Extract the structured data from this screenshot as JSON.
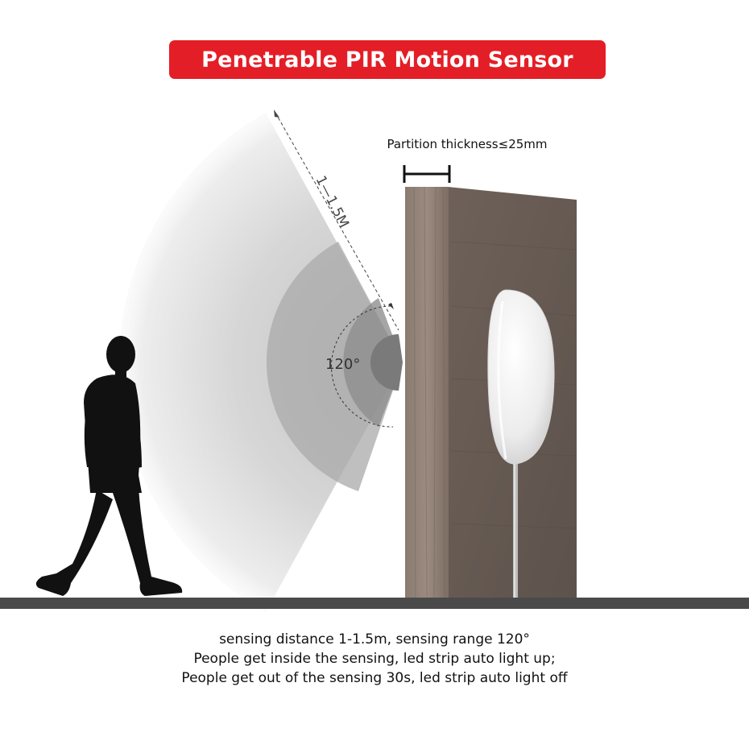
{
  "title": "Penetrable PIR Motion Sensor",
  "partition_label": "Partition thickness≤25mm",
  "distance_label": "1—1.5M",
  "angle_label": "120°",
  "caption": [
    "sensing distance 1-1.5m, sensing range 120°",
    "People get inside the sensing, led strip auto light up;",
    "People get out of the sensing 30s, led strip auto light off"
  ],
  "colors": {
    "title_bg": "#e41e26",
    "floor": "#4a4a4a",
    "wood": "#6b5e56",
    "sensor": "#f2f2f2"
  },
  "icons": {
    "person": "walking-person-silhouette",
    "sensor": "pir-sensor-device"
  }
}
